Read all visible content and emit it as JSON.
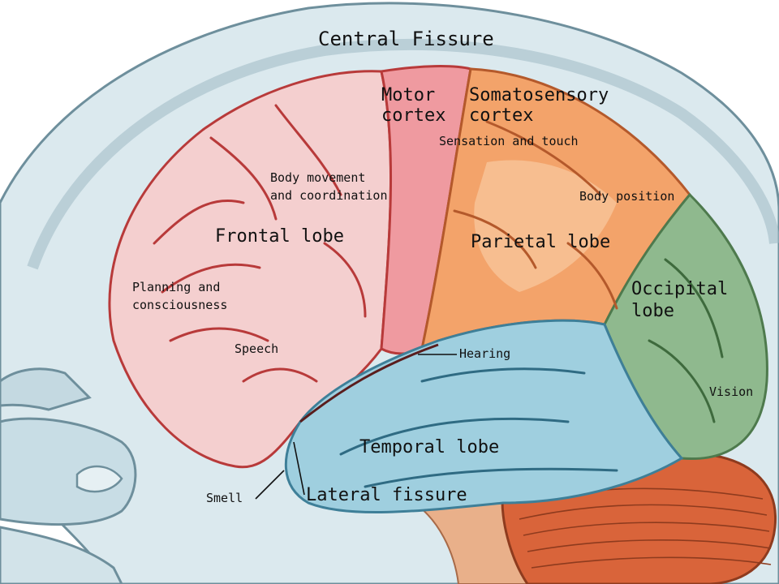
{
  "colors": {
    "skull": "#cfe1e7",
    "skull_outline": "#7f9fab",
    "frontal": "#f4cfcf",
    "motor": "#ef9aa0",
    "parietal": "#f3a36a",
    "parietal_light": "#f8c49a",
    "occipital": "#8fb98e",
    "temporal": "#9fcfdf",
    "cerebellum": "#d9643a",
    "brainstem": "#e7a77b",
    "sulcus": "#b83a3a"
  },
  "labels": {
    "central_fissure": "Central Fissure",
    "motor_cortex_1": "Motor",
    "motor_cortex_2": "cortex",
    "somato_1": "Somatosensory",
    "somato_2": "cortex",
    "sensation": "Sensation and touch",
    "body_movement_1": "Body movement",
    "body_movement_2": "and coordination",
    "body_position": "Body position",
    "frontal_lobe": "Frontal lobe",
    "parietal_lobe": "Parietal lobe",
    "planning_1": "Planning and",
    "planning_2": "consciousness",
    "occipital_1": "Occipital",
    "occipital_2": "lobe",
    "speech": "Speech",
    "hearing": "Hearing",
    "vision": "Vision",
    "temporal_lobe": "Temporal lobe",
    "smell": "Smell",
    "lateral_fissure": "Lateral fissure"
  }
}
